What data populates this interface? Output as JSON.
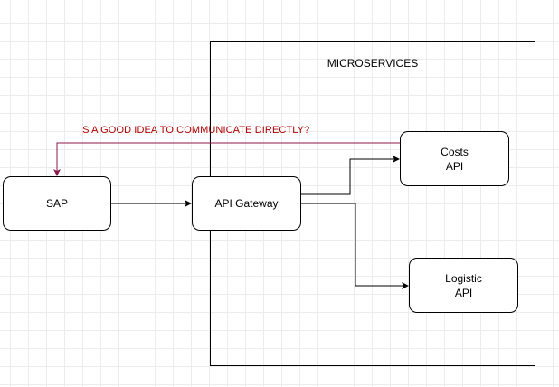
{
  "diagram": {
    "container": {
      "title": "MICROSERVICES"
    },
    "nodes": {
      "sap": {
        "label": "SAP"
      },
      "gateway": {
        "label": "API Gateway"
      },
      "costs": {
        "line1": "Costs",
        "line2": "API"
      },
      "logistic": {
        "line1": "Logistic",
        "line2": "API"
      }
    },
    "annotation": {
      "text": "IS A GOOD IDEA TO COMMUNICATE DIRECTLY?",
      "color": "#b20000"
    },
    "edges": [
      {
        "from": "sap",
        "to": "gateway"
      },
      {
        "from": "gateway",
        "to": "costs"
      },
      {
        "from": "gateway",
        "to": "logistic"
      },
      {
        "from": "costs",
        "to": "sap",
        "color": "#8b1a4a"
      }
    ],
    "colors": {
      "stroke": "#000000",
      "grid": "#ececec",
      "feedback_arrow": "#8b1a4a"
    }
  }
}
